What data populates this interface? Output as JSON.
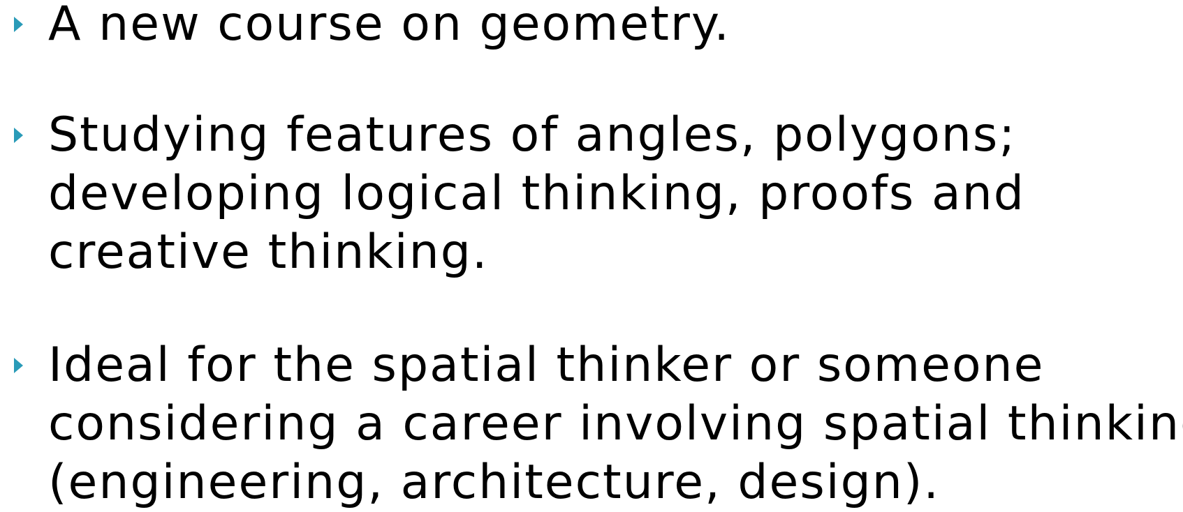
{
  "colors": {
    "bullet_accent": "#2a9bb8",
    "text": "#000000",
    "background": "#ffffff"
  },
  "icons": {
    "bullet": "right-triangle-bullet-icon"
  },
  "bullets": [
    {
      "lines": [
        "A new course on geometry."
      ]
    },
    {
      "lines": [
        "Studying features of angles, polygons;",
        "developing logical thinking, proofs and",
        "creative thinking."
      ]
    },
    {
      "lines": [
        "Ideal for the spatial thinker or someone",
        "considering a career involving spatial thinking",
        "(engineering, architecture, design)."
      ]
    }
  ]
}
